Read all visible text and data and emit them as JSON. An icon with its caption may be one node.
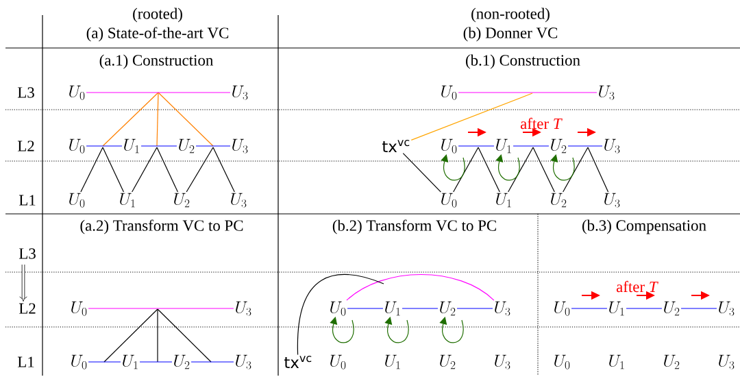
{
  "diagram": {
    "nodes": [
      {
        "text": [
          "U_0"
        ]
      },
      {
        "text": [
          "U_3"
        ]
      },
      {
        "text": [
          "U_0"
        ]
      },
      {
        "text": [
          "U_3"
        ]
      },
      {
        "text": [
          "U_0"
        ]
      },
      {
        "text": [
          "U_1"
        ]
      },
      {
        "text": [
          "U_2"
        ]
      },
      {
        "text": [
          "U_3"
        ]
      },
      {
        "text": [
          "tx$^{vc}$"
        ]
      },
      {
        "text": [
          "U_0"
        ]
      },
      {
        "text": [
          "U_1"
        ]
      },
      {
        "text": [
          "U_2"
        ]
      },
      {
        "text": [
          "U_3"
        ]
      },
      {
        "text": [
          "U_0"
        ]
      },
      {
        "text": [
          "U_1"
        ]
      },
      {
        "text": [
          "U_2"
        ]
      },
      {
        "text": [
          "U_3"
        ]
      },
      {
        "text": [
          "U_0"
        ]
      },
      {
        "text": [
          "U_1"
        ]
      },
      {
        "text": [
          "U_2"
        ]
      },
      {
        "text": [
          "U_3"
        ]
      },
      {
        "text": [
          "U_0"
        ]
      },
      {
        "text": [
          "U_3"
        ]
      },
      {
        "text": [
          "U_0"
        ]
      },
      {
        "text": [
          "U_1"
        ]
      },
      {
        "text": [
          "U_2"
        ]
      },
      {
        "text": [
          "U_3"
        ]
      },
      {
        "text": [
          "U_0"
        ]
      },
      {
        "text": [
          "U_1"
        ]
      },
      {
        "text": [
          "U_2"
        ]
      },
      {
        "text": [
          "U_3"
        ]
      },
      {
        "text": [
          "U_0"
        ]
      },
      {
        "text": [
          "U_1"
        ]
      },
      {
        "text": [
          "U_2"
        ]
      },
      {
        "text": [
          "U_3"
        ]
      },
      {
        "text": [
          "tx$^{vc}$"
        ]
      },
      {
        "text": [
          "U_0"
        ]
      },
      {
        "text": [
          "U_1"
        ]
      },
      {
        "text": [
          "U_2"
        ]
      },
      {
        "text": [
          "U_3"
        ]
      },
      {
        "text": [
          "U_0"
        ]
      },
      {
        "text": [
          "U_1"
        ]
      },
      {
        "text": [
          "U_2"
        ]
      },
      {
        "text": [
          "U_3"
        ]
      }
    ],
    "edges": [
      {
        "from": 0,
        "to": 1,
        "arrow": "none",
        "color": "#ff00ff"
      },
      {
        "from": 4,
        "to": 5,
        "arrow": "none",
        "color": "#0000ff"
      },
      {
        "from": 5,
        "to": 6,
        "arrow": "none",
        "color": "#0000ff"
      },
      {
        "from": 6,
        "to": 7,
        "arrow": "none",
        "color": "#0000ff"
      },
      {
        "from": 2,
        "to": 3,
        "arrow": "none",
        "color": "#ff00ff"
      },
      {
        "from": 9,
        "to": 10,
        "arrow": "none",
        "color": "#0000ff"
      },
      {
        "from": 10,
        "to": 11,
        "arrow": "none",
        "color": "#0000ff"
      },
      {
        "from": 11,
        "to": 12,
        "arrow": "none",
        "color": "#0000ff"
      },
      {
        "from": null,
        "to": 8,
        "arrow": "none",
        "color": "#ffa500"
      },
      {
        "from": 8,
        "to": 17,
        "arrow": "none",
        "color": "#000000"
      },
      {
        "from": null,
        "to": 13,
        "arrow": "none",
        "color": "#000000"
      },
      {
        "from": null,
        "to": 14,
        "arrow": "none",
        "color": "#000000"
      },
      {
        "from": null,
        "to": 14,
        "arrow": "none",
        "color": "#000000"
      },
      {
        "from": null,
        "to": 15,
        "arrow": "none",
        "color": "#000000"
      },
      {
        "from": null,
        "to": 15,
        "arrow": "none",
        "color": "#000000"
      },
      {
        "from": null,
        "to": 16,
        "arrow": "none",
        "color": "#000000"
      },
      {
        "from": null,
        "to": 17,
        "arrow": "none",
        "color": "#000000"
      },
      {
        "from": null,
        "to": 18,
        "arrow": "none",
        "color": "#000000"
      },
      {
        "from": null,
        "to": 18,
        "arrow": "none",
        "color": "#000000"
      },
      {
        "from": null,
        "to": 19,
        "arrow": "none",
        "color": "#000000"
      },
      {
        "from": null,
        "to": 19,
        "arrow": "none",
        "color": "#000000"
      },
      {
        "from": null,
        "to": 20,
        "arrow": "none",
        "color": "#000000"
      },
      {
        "from": null,
        "to": 9,
        "arrow": "to",
        "color": "#1f6e00"
      },
      {
        "from": null,
        "to": 10,
        "arrow": "to",
        "color": "#1f6e00"
      },
      {
        "from": null,
        "to": 11,
        "arrow": "to",
        "color": "#1f6e00"
      },
      {
        "from": 21,
        "to": 22,
        "arrow": "none",
        "color": "#ff00ff"
      },
      {
        "from": 31,
        "to": 32,
        "arrow": "none",
        "color": "#0000ff"
      },
      {
        "from": 32,
        "to": 33,
        "arrow": "none",
        "color": "#0000ff"
      },
      {
        "from": 33,
        "to": 34,
        "arrow": "none",
        "color": "#0000ff"
      },
      {
        "from": 23,
        "to": 24,
        "arrow": "none",
        "color": "#0000ff"
      },
      {
        "from": 24,
        "to": 25,
        "arrow": "none",
        "color": "#0000ff"
      },
      {
        "from": 25,
        "to": 26,
        "arrow": "none",
        "color": "#0000ff"
      },
      {
        "from": 23,
        "to": 26,
        "arrow": "none",
        "color": "#ff00ff"
      },
      {
        "from": 35,
        "to": null,
        "arrow": "none",
        "color": "#000000"
      },
      {
        "from": null,
        "to": 23,
        "arrow": "to",
        "color": "#1f6e00"
      },
      {
        "from": null,
        "to": 24,
        "arrow": "to",
        "color": "#1f6e00"
      },
      {
        "from": null,
        "to": 25,
        "arrow": "to",
        "color": "#1f6e00"
      },
      {
        "from": 27,
        "to": 28,
        "arrow": "none",
        "color": "#0000ff"
      },
      {
        "from": 28,
        "to": 29,
        "arrow": "none",
        "color": "#0000ff"
      },
      {
        "from": 29,
        "to": 30,
        "arrow": "none",
        "color": "#0000ff"
      }
    ],
    "labels": [
      "(rooted)",
      "(non-rooted)",
      "(a) State-of-the-art VC",
      "(b) Donner VC",
      "(a.1) Construction",
      "(b.1) Construction",
      "L3",
      "L2",
      "after *T*",
      "L1",
      "(a.2) Transform VC to PC",
      "(b.2) Transform VC to PC",
      "(b.3) Compensation",
      "L3",
      "after *T*",
      "L2",
      "L1"
    ]
  }
}
